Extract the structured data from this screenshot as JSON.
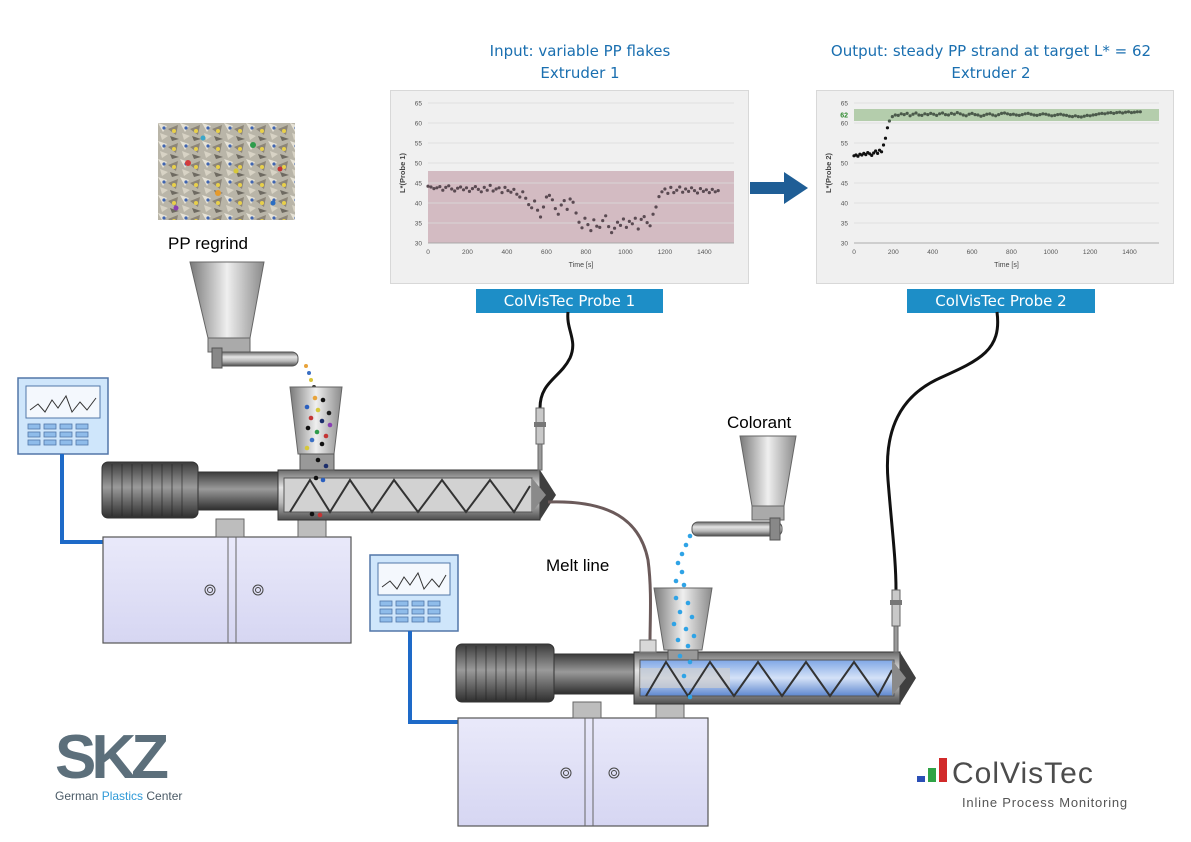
{
  "labels": {
    "pp_regrind": "PP regrind",
    "colorant": "Colorant",
    "melt_line": "Melt line"
  },
  "input_chart": {
    "title_line1": "Input: variable PP flakes",
    "title_line2": "Extruder 1",
    "probe_label": "ColVisTec Probe 1"
  },
  "output_chart": {
    "title_line1": "Output: steady PP strand at target L* = 62",
    "title_line2": "Extruder 2",
    "probe_label": "ColVisTec Probe 2",
    "target_label": "62"
  },
  "logos": {
    "skz_mark": "SKZ",
    "skz_sub_1": "German ",
    "skz_sub_2": "Plastics",
    "skz_sub_3": " Center",
    "colvistec_name": "ColVisTec",
    "colvistec_tagline": "Inline Process Monitoring"
  },
  "colors": {
    "accent_blue": "#1d8ec7",
    "title_blue": "#1a6fb0",
    "input_band": "#c9a9b3",
    "target_band": "#a9c7a0"
  },
  "chart_data": [
    {
      "type": "scatter",
      "xlabel": "Time [s]",
      "ylabel": "L*(Probe 1)",
      "xlim": [
        0,
        1550
      ],
      "ylim": [
        30,
        65
      ],
      "xticks": [
        0,
        200,
        400,
        600,
        800,
        1000,
        1200,
        1400
      ],
      "yticks": [
        30,
        35,
        40,
        45,
        50,
        55,
        60,
        65
      ],
      "band": [
        30,
        48
      ],
      "x": [
        0,
        15,
        30,
        45,
        60,
        75,
        90,
        105,
        120,
        135,
        150,
        165,
        180,
        195,
        210,
        225,
        240,
        255,
        270,
        285,
        300,
        315,
        330,
        345,
        360,
        375,
        390,
        405,
        420,
        435,
        450,
        465,
        480,
        495,
        510,
        525,
        540,
        555,
        570,
        585,
        600,
        615,
        630,
        645,
        660,
        675,
        690,
        705,
        720,
        735,
        750,
        765,
        780,
        795,
        810,
        825,
        840,
        855,
        870,
        885,
        900,
        915,
        930,
        945,
        960,
        975,
        990,
        1005,
        1020,
        1035,
        1050,
        1065,
        1080,
        1095,
        1110,
        1125,
        1140,
        1155,
        1170,
        1185,
        1200,
        1215,
        1230,
        1245,
        1260,
        1275,
        1290,
        1305,
        1320,
        1335,
        1350,
        1365,
        1380,
        1395,
        1410,
        1425,
        1440,
        1455,
        1470
      ],
      "y": [
        44.2,
        44.0,
        43.6,
        43.8,
        44.1,
        43.2,
        43.9,
        44.3,
        43.5,
        43.0,
        43.7,
        44.0,
        43.3,
        43.8,
        42.9,
        43.6,
        44.1,
        43.4,
        42.8,
        43.9,
        43.2,
        44.4,
        43.0,
        43.5,
        43.8,
        42.6,
        43.9,
        43.1,
        42.7,
        43.4,
        42.2,
        41.5,
        42.8,
        41.2,
        39.6,
        38.8,
        40.5,
        38.2,
        36.5,
        39.0,
        41.5,
        41.9,
        40.8,
        38.6,
        37.2,
        39.5,
        40.6,
        38.4,
        41.0,
        40.2,
        37.5,
        35.2,
        33.8,
        36.2,
        34.6,
        33.1,
        35.8,
        34.2,
        33.9,
        35.6,
        36.8,
        34.1,
        32.6,
        33.7,
        35.2,
        34.4,
        36.0,
        33.9,
        35.4,
        34.8,
        36.2,
        33.5,
        35.9,
        36.6,
        35.1,
        34.3,
        37.2,
        39.0,
        41.6,
        42.8,
        43.5,
        42.4,
        43.9,
        42.6,
        43.2,
        44.0,
        42.7,
        43.5,
        42.9,
        43.8,
        43.1,
        42.5,
        43.6,
        42.9,
        43.3,
        42.6,
        43.4,
        42.8,
        43.1
      ]
    },
    {
      "type": "scatter",
      "xlabel": "Time [s]",
      "ylabel": "L*(Probe 2)",
      "xlim": [
        0,
        1550
      ],
      "ylim": [
        30,
        65
      ],
      "xticks": [
        0,
        200,
        400,
        600,
        800,
        1000,
        1200,
        1400
      ],
      "yticks": [
        30,
        35,
        40,
        45,
        50,
        55,
        60,
        65
      ],
      "target": 62,
      "band": [
        60.5,
        63.5
      ],
      "x": [
        0,
        10,
        20,
        30,
        40,
        50,
        60,
        70,
        80,
        90,
        100,
        110,
        120,
        130,
        140,
        150,
        160,
        170,
        180,
        195,
        210,
        225,
        240,
        255,
        270,
        285,
        300,
        315,
        330,
        345,
        360,
        375,
        390,
        405,
        420,
        435,
        450,
        465,
        480,
        495,
        510,
        525,
        540,
        555,
        570,
        585,
        600,
        615,
        630,
        645,
        660,
        675,
        690,
        705,
        720,
        735,
        750,
        765,
        780,
        795,
        810,
        825,
        840,
        855,
        870,
        885,
        900,
        915,
        930,
        945,
        960,
        975,
        990,
        1005,
        1020,
        1035,
        1050,
        1065,
        1080,
        1095,
        1110,
        1125,
        1140,
        1155,
        1170,
        1185,
        1200,
        1215,
        1230,
        1245,
        1260,
        1275,
        1290,
        1305,
        1320,
        1335,
        1350,
        1365,
        1380,
        1395,
        1410,
        1425,
        1440,
        1455
      ],
      "y": [
        51.8,
        52.0,
        51.7,
        52.2,
        52.0,
        52.4,
        52.1,
        52.6,
        52.3,
        51.9,
        52.5,
        53.0,
        52.4,
        53.2,
        52.8,
        54.5,
        56.2,
        58.8,
        60.5,
        61.6,
        62.0,
        61.9,
        62.3,
        62.1,
        62.4,
        61.8,
        62.2,
        62.5,
        62.0,
        61.9,
        62.3,
        62.1,
        62.4,
        62.2,
        61.9,
        62.3,
        62.5,
        62.1,
        62.0,
        62.4,
        62.2,
        62.6,
        62.3,
        62.0,
        61.8,
        62.2,
        62.4,
        62.1,
        62.0,
        61.7,
        61.9,
        62.2,
        62.3,
        62.0,
        61.8,
        62.1,
        62.4,
        62.5,
        62.3,
        62.1,
        62.2,
        62.0,
        61.9,
        62.1,
        62.3,
        62.4,
        62.2,
        62.0,
        61.9,
        62.1,
        62.3,
        62.2,
        62.0,
        61.8,
        61.9,
        62.1,
        62.2,
        62.0,
        61.9,
        61.7,
        61.6,
        61.8,
        61.6,
        61.5,
        61.7,
        61.9,
        61.8,
        62.0,
        62.1,
        62.3,
        62.4,
        62.3,
        62.5,
        62.6,
        62.4,
        62.6,
        62.7,
        62.5,
        62.7,
        62.8,
        62.6,
        62.7,
        62.8,
        62.8
      ]
    }
  ]
}
